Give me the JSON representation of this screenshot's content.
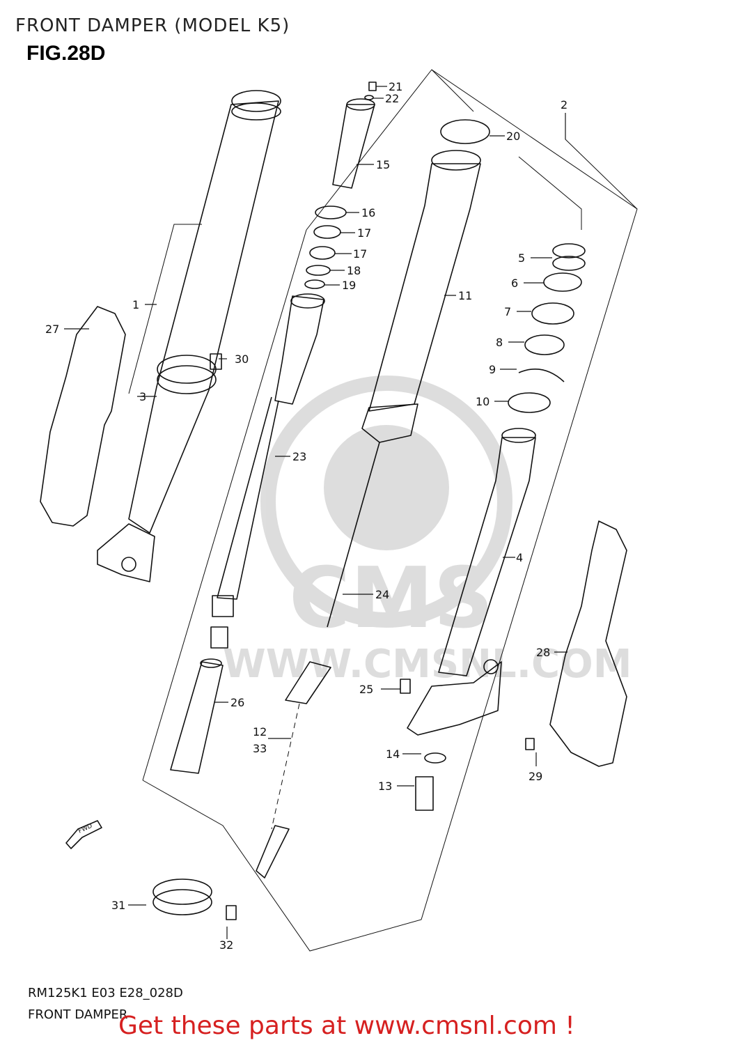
{
  "header": {
    "title": "FRONT DAMPER (MODEL K5)",
    "figure": "FIG.28D"
  },
  "footer": {
    "diagram_code": "RM125K1 E03 E28_028D",
    "diagram_name": "FRONT DAMPER",
    "call_to_action": "Get these parts at www.cmsnl.com !"
  },
  "watermark": {
    "text": "CMS",
    "url": "WWW.CMSNL.COM"
  },
  "direction_marker": "FWD",
  "callouts": [
    {
      "id": "c1",
      "label": "1"
    },
    {
      "id": "c2",
      "label": "2"
    },
    {
      "id": "c3",
      "label": "3"
    },
    {
      "id": "c4",
      "label": "4"
    },
    {
      "id": "c5",
      "label": "5"
    },
    {
      "id": "c6",
      "label": "6"
    },
    {
      "id": "c7",
      "label": "7"
    },
    {
      "id": "c8",
      "label": "8"
    },
    {
      "id": "c9",
      "label": "9"
    },
    {
      "id": "c10",
      "label": "10"
    },
    {
      "id": "c11",
      "label": "11"
    },
    {
      "id": "c12",
      "label": "12"
    },
    {
      "id": "c33",
      "label": "33"
    },
    {
      "id": "c13",
      "label": "13"
    },
    {
      "id": "c14",
      "label": "14"
    },
    {
      "id": "c15",
      "label": "15"
    },
    {
      "id": "c16",
      "label": "16"
    },
    {
      "id": "c17a",
      "label": "17"
    },
    {
      "id": "c17b",
      "label": "17"
    },
    {
      "id": "c18",
      "label": "18"
    },
    {
      "id": "c19",
      "label": "19"
    },
    {
      "id": "c20",
      "label": "20"
    },
    {
      "id": "c21",
      "label": "21"
    },
    {
      "id": "c22",
      "label": "22"
    },
    {
      "id": "c23",
      "label": "23"
    },
    {
      "id": "c24",
      "label": "24"
    },
    {
      "id": "c25",
      "label": "25"
    },
    {
      "id": "c26",
      "label": "26"
    },
    {
      "id": "c27",
      "label": "27"
    },
    {
      "id": "c28",
      "label": "28"
    },
    {
      "id": "c29",
      "label": "29"
    },
    {
      "id": "c30",
      "label": "30"
    },
    {
      "id": "c31",
      "label": "31"
    },
    {
      "id": "c32",
      "label": "32"
    }
  ]
}
